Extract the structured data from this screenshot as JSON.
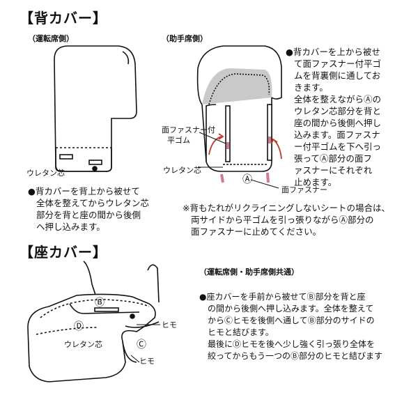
{
  "back_cover": {
    "title": "【背カバー】",
    "driver_label": "（運転席側）",
    "passenger_label": "（助手席側）",
    "urethane_label_1": "ウレタン芯",
    "urethane_label_2": "ウレタン芯",
    "fastener_strap_label_1": "面ファスナー付",
    "fastener_strap_label_2": "平ゴム",
    "fastener_label": "面ファスナー",
    "marker_a": "Ⓐ",
    "instruction_left": [
      "●背カバーを背上から被せて",
      "全体を整えてからウレタン芯",
      "部分を背と座の間から後側",
      "へ押し込みます。"
    ],
    "instruction_right": [
      "●背カバーを上から被せ",
      "て面ファスナー付平ゴ",
      "ムを背裏側に通してお",
      "きます。",
      "全体を整えながらⒶの",
      "ウレタン芯部分を背と",
      "座の間から後側へ押し",
      "込みます。面ファスナ",
      "ー付平ゴムを下へ引っ",
      "張ってⒶ部分の面フ",
      "ァスナーにそれぞれ",
      "止めます。"
    ],
    "note": [
      "※背もたれがリクライニングしないシートの場合は、",
      "両サイドから平ゴムを引っ張りながらⒶ部分の",
      "面ファスナーに止めてください。"
    ]
  },
  "seat_cover": {
    "title": "【座カバー】",
    "common_label": "（運転席側・助手席側共通）",
    "marker_b": "Ⓑ",
    "marker_c": "Ⓒ",
    "marker_d": "Ⓓ",
    "urethane_label": "ウレタン芯",
    "himo_label_1": "ヒモ",
    "himo_label_2": "ヒモ",
    "instruction": [
      "●座カバーを手前から被せてⒷ部分を背と座",
      "の間から後側へ押し込みます。全体を整えて",
      "からⒸヒモを後側へ通してⒷ部分のサイドの",
      "ヒモと結びます。",
      "最後にⒹヒモを後へ少し強く引っ張り全体を",
      "絞ってからもう一つのⒷ部分のヒモと結びます"
    ]
  }
}
